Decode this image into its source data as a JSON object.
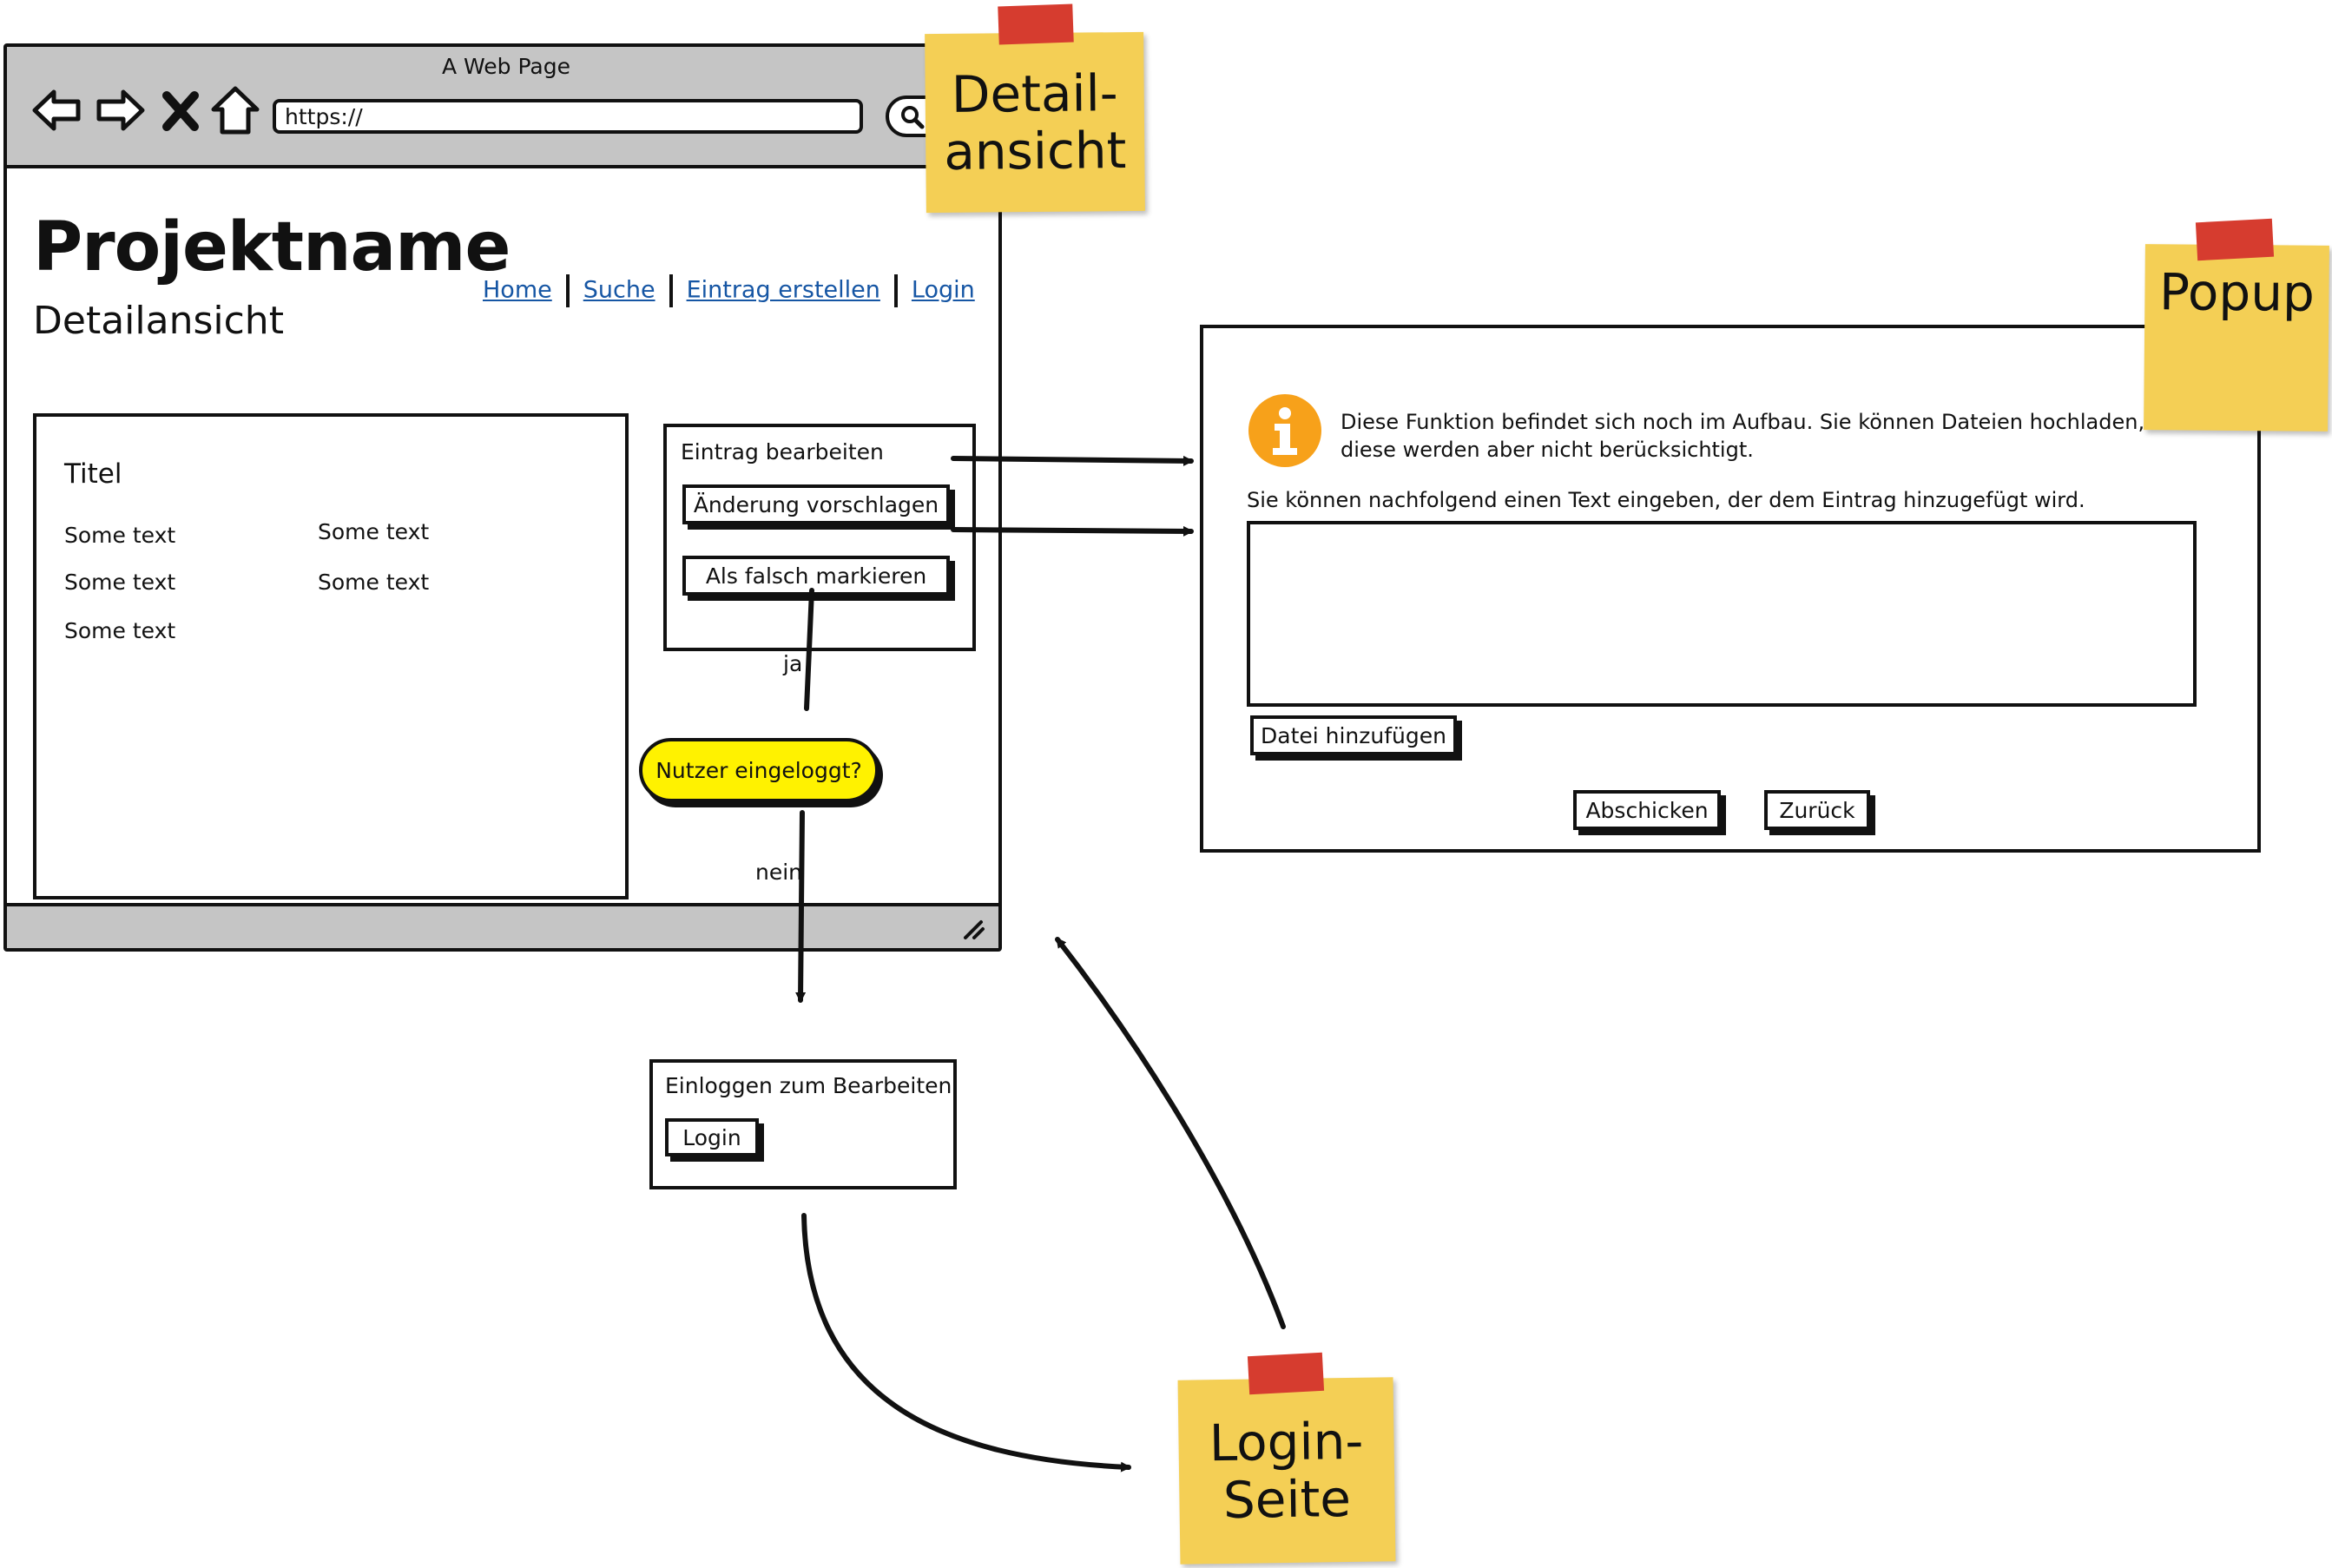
{
  "browser": {
    "window_title": "A Web Page",
    "url": "https://"
  },
  "page": {
    "project_name": "Projektname",
    "subtitle": "Detailansicht",
    "nav": [
      {
        "label": "Home"
      },
      {
        "label": "Suche"
      },
      {
        "label": "Eintrag erstellen"
      },
      {
        "label": "Login"
      }
    ]
  },
  "detail": {
    "title": "Titel",
    "texts": [
      "Some text",
      "Some text",
      "Some text",
      "Some text",
      "Some text"
    ]
  },
  "edit_panel": {
    "title": "Eintrag bearbeiten",
    "suggest_button": "Änderung vorschlagen",
    "mark_wrong_button": "Als falsch markieren"
  },
  "flow": {
    "decision": "Nutzer eingeloggt?",
    "yes_label": "ja",
    "no_label": "nein"
  },
  "login_box": {
    "title": "Einloggen zum Bearbeiten",
    "button": "Login"
  },
  "popup": {
    "notice": "Diese Funktion befindet sich noch im Aufbau. Sie können Dateien hochladen, diese werden aber nicht berücksichtigt.",
    "prompt": "Sie können nachfolgend einen Text eingeben, der dem Eintrag hinzugefügt wird.",
    "add_file_button": "Datei hinzufügen",
    "submit_button": "Abschicken",
    "back_button": "Zurück"
  },
  "stickies": {
    "detail_line1": "Detail-",
    "detail_line2": "ansicht",
    "popup": "Popup",
    "login_line1": "Login-",
    "login_line2": "Seite"
  },
  "colors": {
    "sticky": "#f4cf55",
    "tape": "#d63c2f",
    "decision": "#fff200",
    "link": "#1656a4",
    "info": "#f7a11a",
    "chrome": "#c5c5c5"
  }
}
